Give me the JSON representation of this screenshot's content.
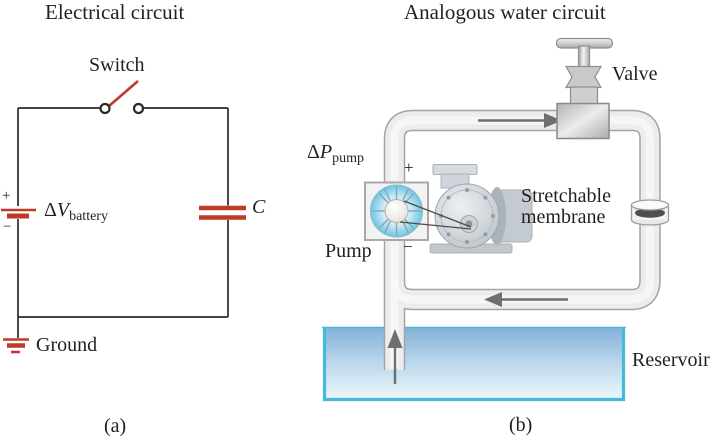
{
  "figure": {
    "left_panel": {
      "title": "Electrical circuit",
      "switch_label": "Switch",
      "battery_plus": "+",
      "battery_minus": "−",
      "battery_delta": "Δ",
      "battery_var": "V",
      "battery_sub": "battery",
      "capacitor_label": "C",
      "ground_label": "Ground",
      "caption": "(a)"
    },
    "right_panel": {
      "title": "Analogous water circuit",
      "valve_label": "Valve",
      "pump_pressure_delta": "Δ",
      "pump_pressure_var": "P",
      "pump_pressure_sub": "pump",
      "pump_plus": "+",
      "pump_minus": "−",
      "pump_label": "Pump",
      "membrane_label_line1": "Stretchable",
      "membrane_label_line2": "membrane",
      "reservoir_label": "Reservoir",
      "caption": "(b)"
    },
    "colors": {
      "text": "#231f20",
      "circuit_red": "#bd3b27",
      "wire_black": "#2d2a26",
      "pipe_fill": "#ececec",
      "pipe_stroke": "#a3a3a3",
      "arrow_gray": "#6f6f6f",
      "impeller_blue": "#69c7e4",
      "reservoir_border": "#46b8d8"
    }
  }
}
